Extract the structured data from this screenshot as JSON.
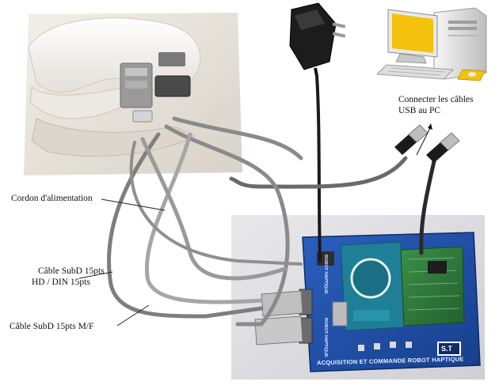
{
  "labels": {
    "usb_note_line1": "Connecter les câbles",
    "usb_note_line2": "USB au PC",
    "power_cord": "Cordon d'alimentation",
    "subd_hd_line1": "Câble SubD 15pts",
    "subd_hd_line2": "HD / DIN 15pts",
    "subd_mf": "Câble SubD 15pts M/F"
  },
  "board": {
    "title": "ACQUISITION ET COMMANDE ROBOT HAPTIQUE",
    "side_text_1": "ROBOT HAPTIQUE",
    "side_text_2": "ROBOT HAPTIQUE",
    "brand": "S.T"
  },
  "colors": {
    "pcb_blue": "#1f4fa8",
    "arduino_teal": "#1e7f96",
    "shield_green": "#2f7a3c",
    "cable_gray": "#8a8a8a",
    "monitor_yellow": "#f4c20d"
  }
}
